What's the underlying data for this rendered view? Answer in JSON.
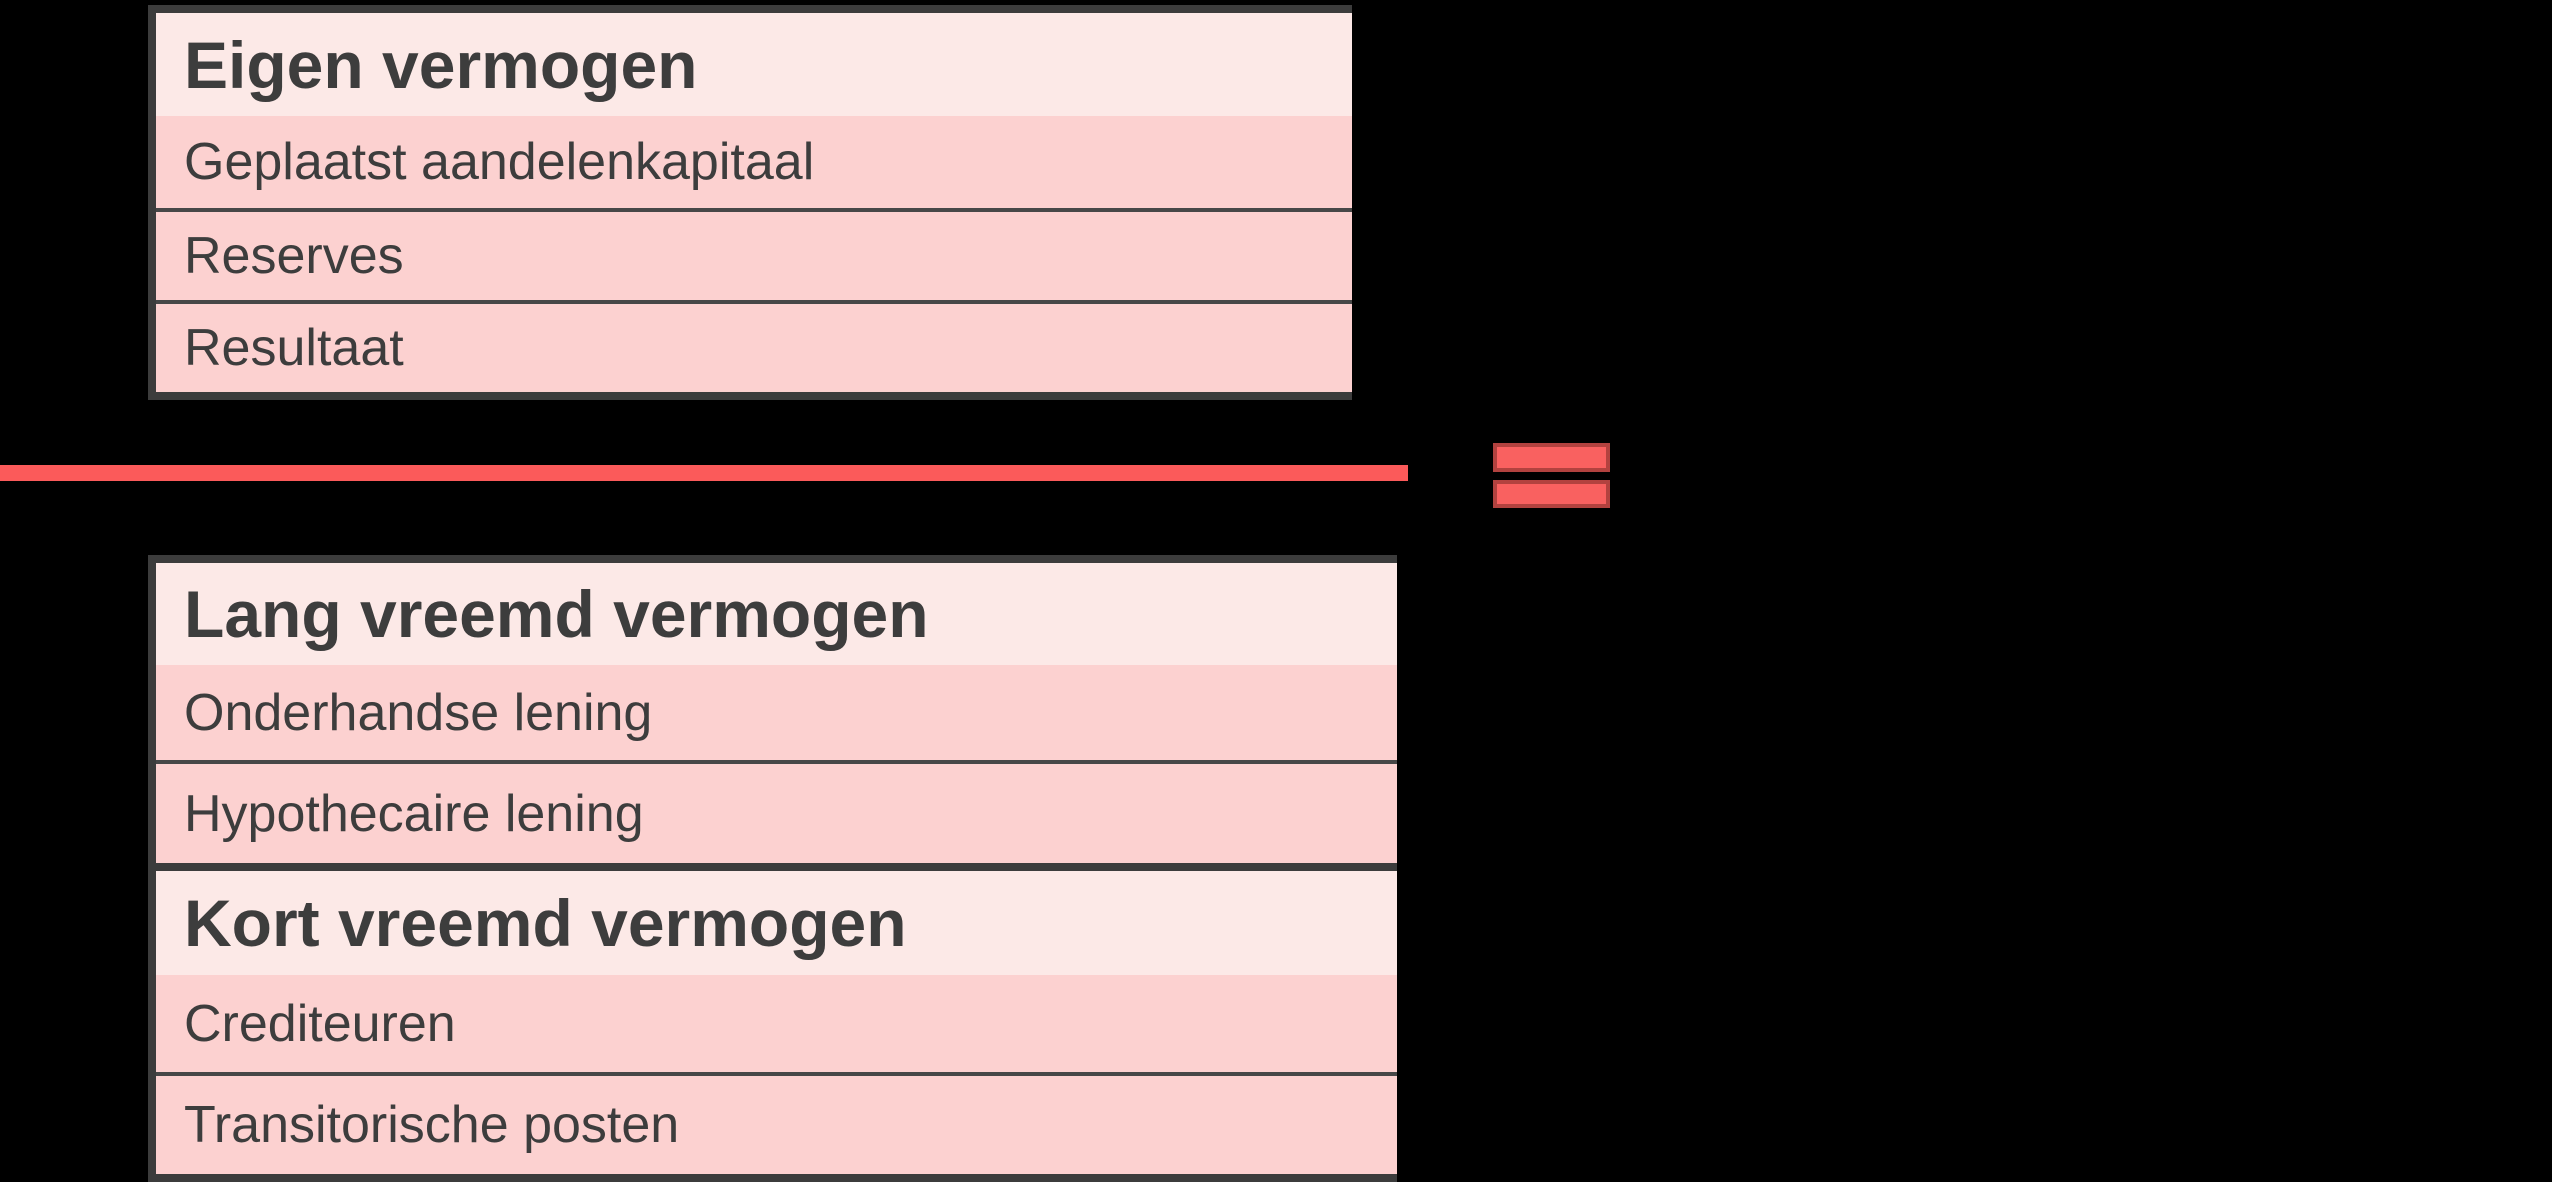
{
  "diagram": {
    "description": "Balance sheet liabilities structure diagram",
    "top_table": {
      "title": "Eigen vermogen",
      "rows": [
        "Geplaatst aandelenkapitaal",
        "Reserves",
        "Resultaat"
      ]
    },
    "sum_line": {
      "icon": "equals-icon",
      "symbol": "="
    },
    "bottom_table": {
      "sections": [
        {
          "title": "Lang vreemd vermogen",
          "rows": [
            "Onderhandse lening",
            "Hypothecaire lening"
          ]
        },
        {
          "title": "Kort vreemd vermogen",
          "rows": [
            "Crediteuren",
            "Transitorische posten"
          ]
        }
      ]
    },
    "colors": {
      "background": "#000000",
      "header_bg": "#fce9e7",
      "row_bg": "#fcd1d0",
      "border": "#3c3c3c",
      "text": "#3d3d3d",
      "accent_red": "#fb5a5a",
      "equals_fill": "#f96160",
      "equals_border": "#b2423f"
    }
  }
}
